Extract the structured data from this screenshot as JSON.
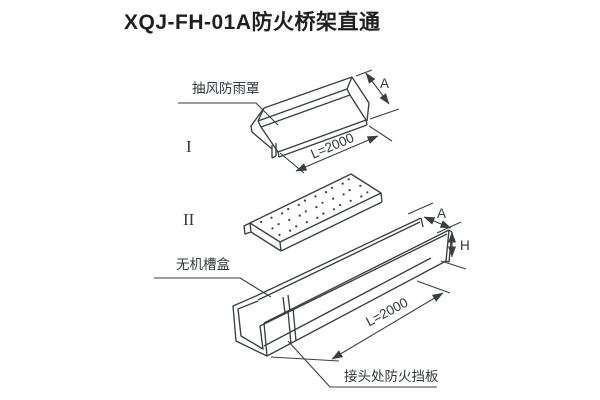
{
  "header": {
    "title": "XQJ-FH-01A防火桥架直通"
  },
  "diagram": {
    "part1": {
      "numeral": "I",
      "callout": "抽风防雨罩",
      "dim_width_label": "A",
      "dim_length_label": "L=2000"
    },
    "part2": {
      "numeral": "II"
    },
    "part3": {
      "callout": "无机槽盒",
      "joint_callout": "接头处防火挡板",
      "dim_width_label": "A",
      "dim_height_label": "H",
      "dim_length_label": "L=2000"
    }
  },
  "colors": {
    "line": "#3a3f44",
    "text": "#33383c",
    "title": "#1f1f1f",
    "background": "#ffffff"
  }
}
